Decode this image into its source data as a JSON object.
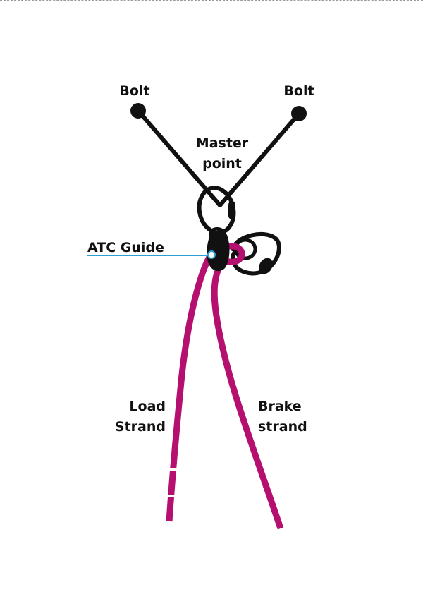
{
  "labels": {
    "bolt_left": "Bolt",
    "bolt_right": "Bolt",
    "master_point": [
      "Master",
      "point"
    ],
    "atc_guide": "ATC Guide",
    "load_strand": [
      "Load",
      "Strand"
    ],
    "brake_strand": [
      "Brake",
      "strand"
    ]
  },
  "colors": {
    "rope": "#b5106f",
    "anchor": "#111111",
    "guide_line": "#2a9fd6",
    "text": "#111111"
  }
}
